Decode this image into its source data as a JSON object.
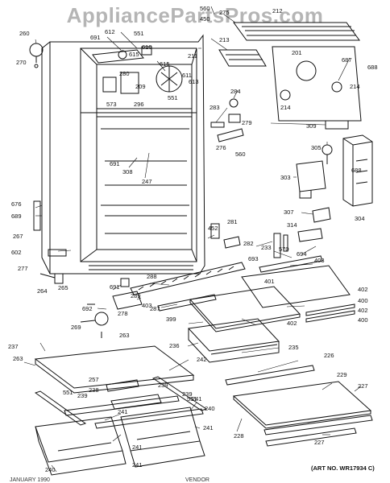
{
  "watermark": "AppliancePartsPros.com",
  "art_number": "(ART NO. WR17934 C)",
  "footer": {
    "left": "JANUARY 1990",
    "center": "VENDOR"
  },
  "colors": {
    "ink": "#111111",
    "watermark": "#8a8a8a",
    "background": "#ffffff"
  },
  "part_numbers": {
    "n560a": "560",
    "n450": "450",
    "n275": "275",
    "n212": "212",
    "n260": "260",
    "n691a": "691",
    "n612": "612",
    "n551a": "551",
    "n270": "270",
    "n610": "610",
    "n615a": "615",
    "n211": "211",
    "n213": "213",
    "n201": "201",
    "n687": "687",
    "n688a": "688",
    "n615b": "615",
    "n611": "611",
    "n280": "280",
    "n209": "209",
    "n613": "613",
    "n551b": "551",
    "n573": "573",
    "n296": "296",
    "n214a": "214",
    "n214b": "214",
    "n284": "284",
    "n283": "283",
    "n279": "279",
    "n309": "309",
    "n276": "276",
    "n560b": "560",
    "n305": "305",
    "n691b": "691",
    "n247": "247",
    "n308": "308",
    "n303": "303",
    "n688b": "688",
    "n676": "676",
    "n689": "689",
    "n307": "307",
    "n304": "304",
    "n267": "267",
    "n281": "281",
    "n314": "314",
    "n452": "452",
    "n282": "282",
    "n233": "233",
    "n570": "570",
    "n602": "602",
    "n694": "694",
    "n693": "693",
    "n403a": "403",
    "n277": "277",
    "n288": "288",
    "n401": "401",
    "n264": "264",
    "n265": "265",
    "n691c": "691",
    "n289": "289",
    "n402a": "402",
    "n403b": "403",
    "n400a": "400",
    "n692": "692",
    "n287": "287",
    "n402b": "402",
    "n400b": "400",
    "n278": "278",
    "n399": "399",
    "n402c": "402",
    "n269": "269",
    "n263": "263",
    "n236": "236",
    "n235": "235",
    "n242": "242",
    "n226": "226",
    "n237": "237",
    "n263b": "263",
    "n257": "257",
    "n238": "238",
    "n239a": "239",
    "n239b": "239",
    "n551c": "551",
    "n239c": "239",
    "n229": "229",
    "n241a": "241",
    "n241b": "241",
    "n551d": "551",
    "n227a": "227",
    "n240a": "240",
    "n241c": "241",
    "n241d": "241",
    "n228": "228",
    "n227b": "227",
    "n240b": "240",
    "n241e": "241"
  }
}
